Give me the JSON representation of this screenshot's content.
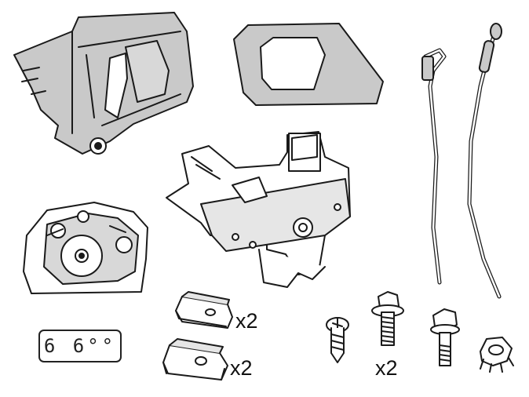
{
  "quantities": {
    "clip_upper": "x2",
    "clip_lower": "x2",
    "bolt": "x2"
  },
  "label_plate": {
    "text": "6 6°°"
  },
  "colors": {
    "outline": "#1a1a1a",
    "fill_grey": "#c9c9c9",
    "fill_white": "#ffffff"
  },
  "parts": [
    "actuator-housing",
    "handle-bezel",
    "rod-left",
    "rod-right",
    "lock-mechanism",
    "sector-gear-cover",
    "label-plate",
    "spring-clip",
    "spring-clip",
    "screw",
    "flange-bolt",
    "flange-bolt",
    "push-nut"
  ]
}
